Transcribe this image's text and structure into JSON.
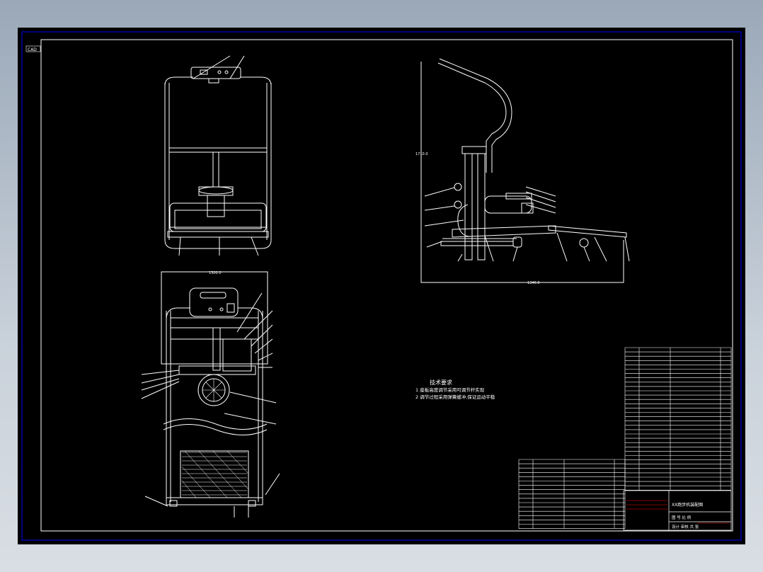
{
  "corner_label": "CAD",
  "technical_requirements": {
    "title": "技术要求",
    "line1": "1  座板高度调节采用可调节杆实现",
    "line2": "2  调节过程采用弹簧缓冲,保证运动平稳"
  },
  "dimensions": {
    "top_view_width": "1300.0",
    "side_height": "1710.0",
    "side_length": "1340.0"
  },
  "title_block": {
    "name": "XX跑步机装配图",
    "row_a": "图  号  比  例",
    "row_b": "设计  审核  共  张"
  },
  "colors": {
    "background": "#000000",
    "line": "#ffffff",
    "border": "#0000ff",
    "title_mark": "#ff0000"
  }
}
